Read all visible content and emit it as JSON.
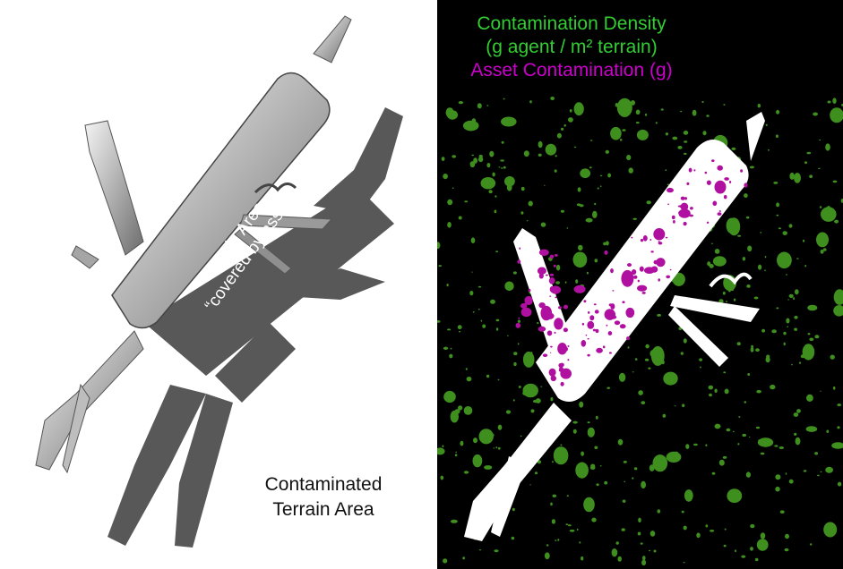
{
  "left_panel": {
    "shadow_label_line1": "Terrain Area",
    "shadow_label_line2": "“covered by asset”",
    "area_label_line1": "Contaminated",
    "area_label_line2": "Terrain Area"
  },
  "right_panel": {
    "legend_line1": "Contamination Density",
    "legend_line2": "(g agent / m² terrain)",
    "legend_line3": "Asset Contamination (g)"
  },
  "colors": {
    "terrain_contamination": "#3f8f1f",
    "asset_contamination": "#b0109f",
    "legend_green": "#33cc33",
    "legend_magenta": "#cc00cc",
    "asset_silhouette": "#ffffff",
    "background_right": "#000000",
    "shadow": "#505050"
  },
  "icons": {
    "left_image": "pocket-knife-photo-with-shadow",
    "right_image": "pocket-knife-silhouette-contamination-map"
  }
}
